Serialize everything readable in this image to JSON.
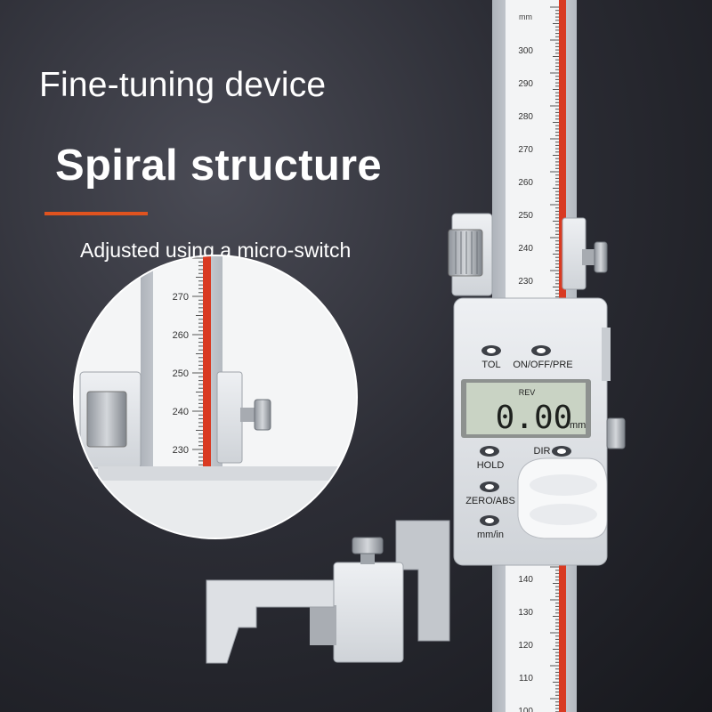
{
  "headline": "Fine-tuning device",
  "title": "Spiral structure",
  "subtitle": "Adjusted using a micro-switch",
  "colors": {
    "accent": "#e0531f",
    "scale_red": "#d93a22",
    "background": "#24252c",
    "text": "#ffffff",
    "lcd": "#c9d3c4"
  },
  "scale": {
    "unit": "mm",
    "labels": [
      "300",
      "290",
      "280",
      "270",
      "260",
      "250",
      "240",
      "230",
      "140",
      "130",
      "120",
      "110",
      "100"
    ]
  },
  "zoom_scale": {
    "labels": [
      "270",
      "260",
      "250",
      "240",
      "230"
    ]
  },
  "display": {
    "indicator": "REV",
    "reading": "0.00",
    "unit": "mm"
  },
  "buttons": {
    "tol": "TOL",
    "on_off": "ON/OFF/PRE",
    "hold": "HOLD",
    "dir": "DIR",
    "zero": "ZERO/ABS",
    "mm_in": "mm/in"
  }
}
